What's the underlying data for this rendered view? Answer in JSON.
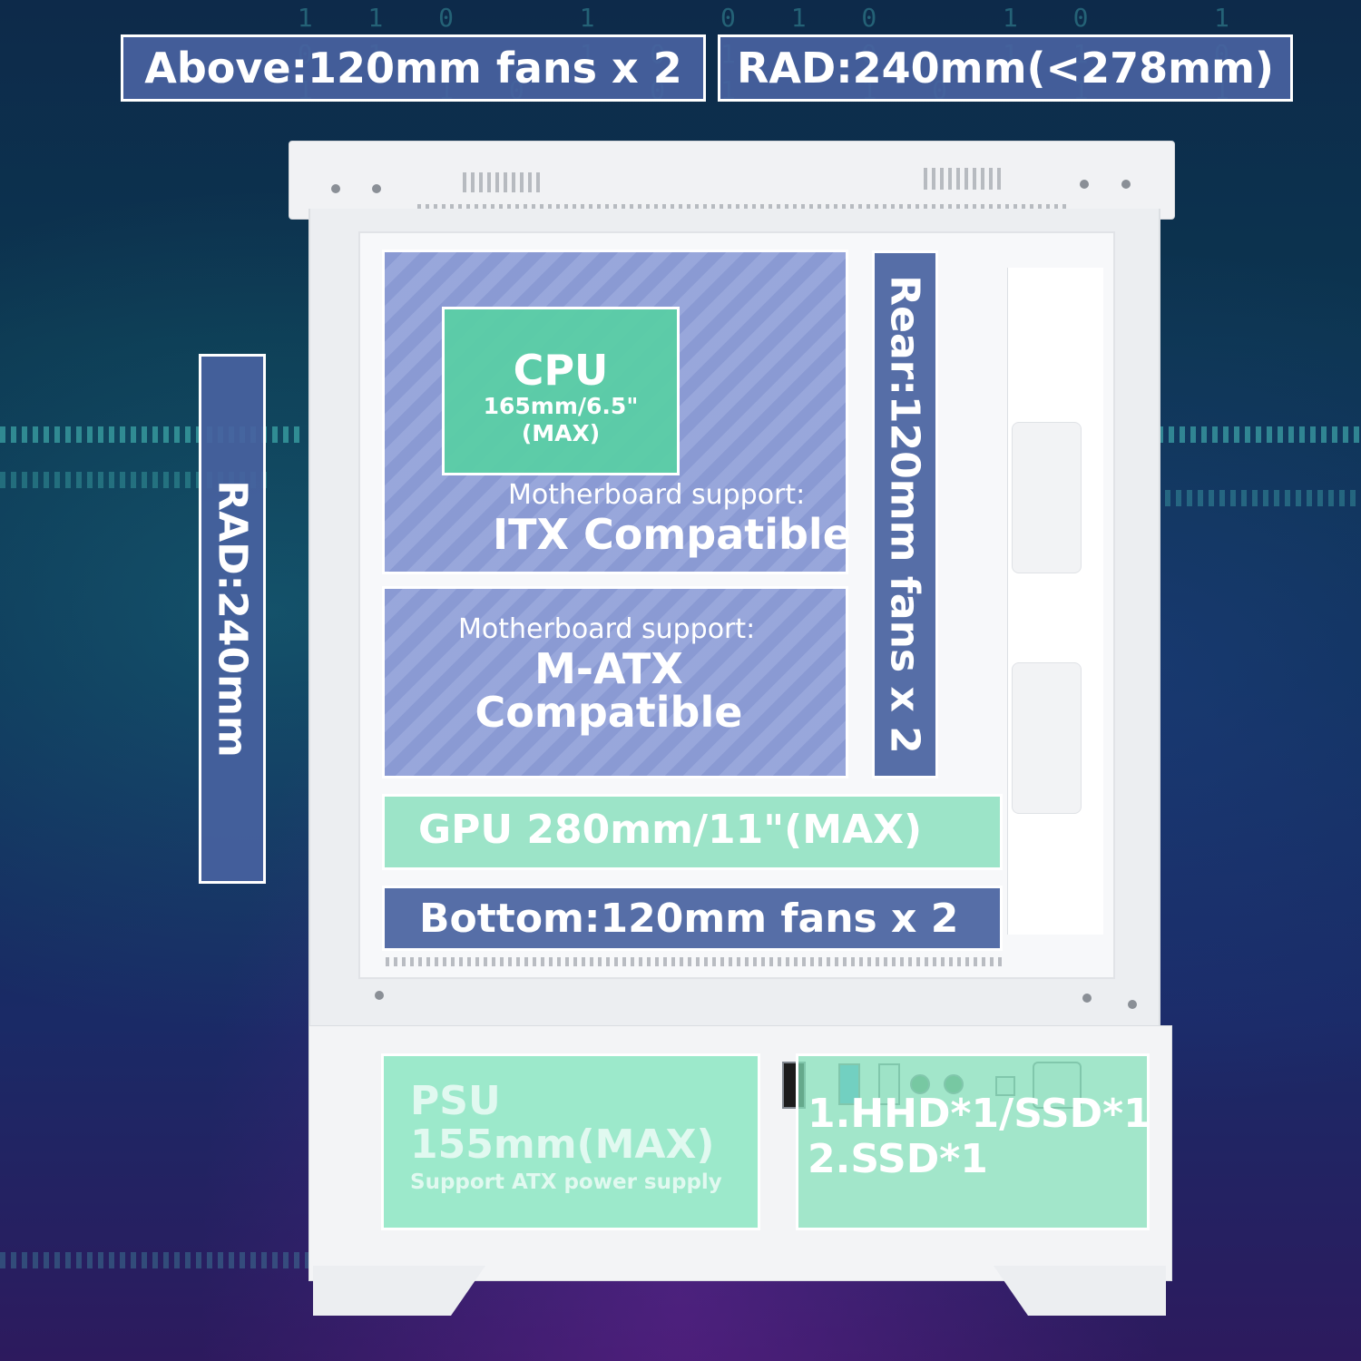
{
  "labels": {
    "above_fans": "Above:120mm fans x 2",
    "top_rad": "RAD:240mm(<278mm)",
    "side_rad": "RAD:240mm",
    "rear_fans": "Rear:120mm fans x 2",
    "cpu_title": "CPU",
    "cpu_spec": "165mm/6.5\"(MAX)",
    "itx_support": "Motherboard support:",
    "itx_compat": "ITX Compatible",
    "matx_support": "Motherboard support:",
    "matx_line1": "M-ATX",
    "matx_line2": "Compatible",
    "gpu": "GPU 280mm/11\"(MAX)",
    "bottom_fans": "Bottom:120mm fans x 2",
    "psu_title": "PSU",
    "psu_spec": "155mm(MAX)",
    "psu_note": "Support ATX power supply",
    "storage_line1": "1.HHD*1/SSD*1",
    "storage_line2": "2.SSD*1"
  },
  "colors": {
    "label_blue": "#4862a0",
    "zone_green": "#78dcb4",
    "cpu_green": "#5acda5",
    "case_white": "#eceef1"
  }
}
